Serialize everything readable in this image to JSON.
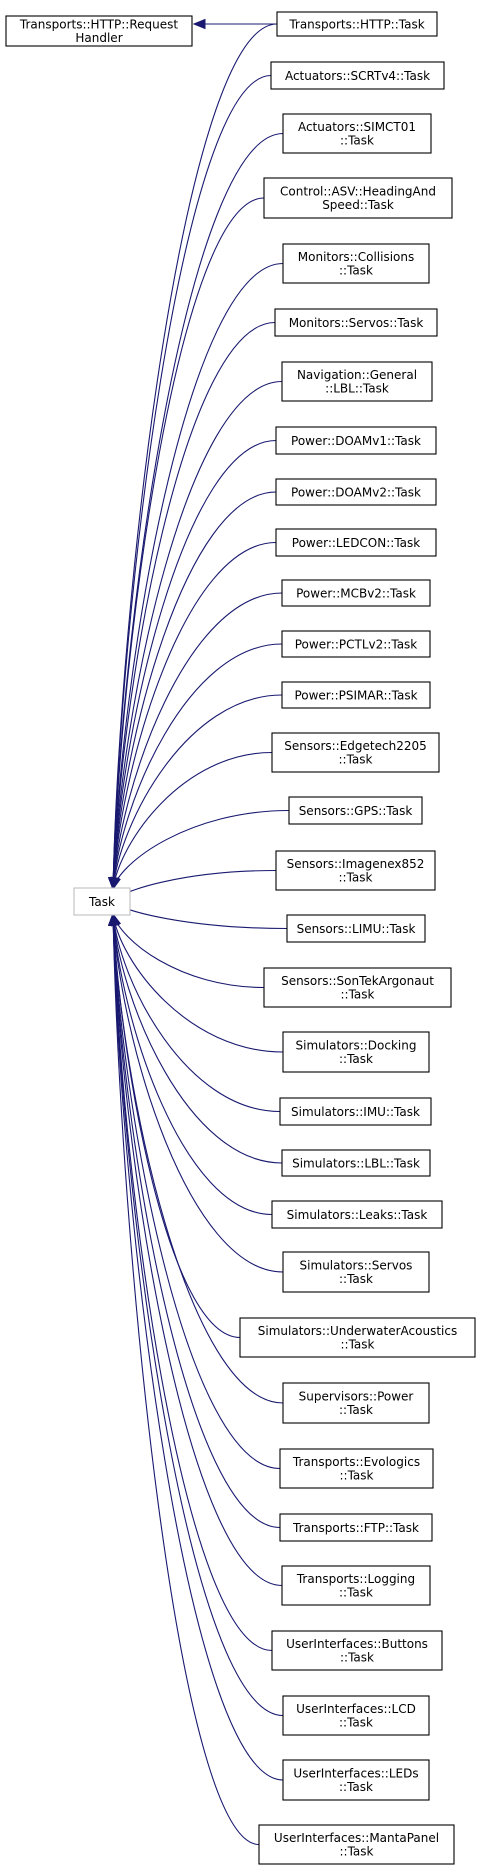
{
  "diagram": {
    "root": {
      "lines": [
        "Task"
      ]
    },
    "parent_class": {
      "lines": [
        "Transports::HTTP::Request",
        "Handler"
      ]
    },
    "nodes": [
      {
        "lines": [
          "Transports::HTTP::Task"
        ]
      },
      {
        "lines": [
          "Actuators::SCRTv4::Task"
        ]
      },
      {
        "lines": [
          "Actuators::SIMCT01",
          "::Task"
        ]
      },
      {
        "lines": [
          "Control::ASV::HeadingAnd",
          "Speed::Task"
        ]
      },
      {
        "lines": [
          "Monitors::Collisions",
          "::Task"
        ]
      },
      {
        "lines": [
          "Monitors::Servos::Task"
        ]
      },
      {
        "lines": [
          "Navigation::General",
          "::LBL::Task"
        ]
      },
      {
        "lines": [
          "Power::DOAMv1::Task"
        ]
      },
      {
        "lines": [
          "Power::DOAMv2::Task"
        ]
      },
      {
        "lines": [
          "Power::LEDCON::Task"
        ]
      },
      {
        "lines": [
          "Power::MCBv2::Task"
        ]
      },
      {
        "lines": [
          "Power::PCTLv2::Task"
        ]
      },
      {
        "lines": [
          "Power::PSIMAR::Task"
        ]
      },
      {
        "lines": [
          "Sensors::Edgetech2205",
          "::Task"
        ]
      },
      {
        "lines": [
          "Sensors::GPS::Task"
        ]
      },
      {
        "lines": [
          "Sensors::Imagenex852",
          "::Task"
        ]
      },
      {
        "lines": [
          "Sensors::LIMU::Task"
        ]
      },
      {
        "lines": [
          "Sensors::SonTekArgonaut",
          "::Task"
        ]
      },
      {
        "lines": [
          "Simulators::Docking",
          "::Task"
        ]
      },
      {
        "lines": [
          "Simulators::IMU::Task"
        ]
      },
      {
        "lines": [
          "Simulators::LBL::Task"
        ]
      },
      {
        "lines": [
          "Simulators::Leaks::Task"
        ]
      },
      {
        "lines": [
          "Simulators::Servos",
          "::Task"
        ]
      },
      {
        "lines": [
          "Simulators::UnderwaterAcoustics",
          "::Task"
        ]
      },
      {
        "lines": [
          "Supervisors::Power",
          "::Task"
        ]
      },
      {
        "lines": [
          "Transports::Evologics",
          "::Task"
        ]
      },
      {
        "lines": [
          "Transports::FTP::Task"
        ]
      },
      {
        "lines": [
          "Transports::Logging",
          "::Task"
        ]
      },
      {
        "lines": [
          "UserInterfaces::Buttons",
          "::Task"
        ]
      },
      {
        "lines": [
          "UserInterfaces::LCD",
          "::Task"
        ]
      },
      {
        "lines": [
          "UserInterfaces::LEDs",
          "::Task"
        ]
      },
      {
        "lines": [
          "UserInterfaces::MantaPanel",
          "::Task"
        ]
      }
    ]
  },
  "colors": {
    "edge": "#191970",
    "root_border": "#bfbfbf",
    "node_border": "#000000"
  }
}
